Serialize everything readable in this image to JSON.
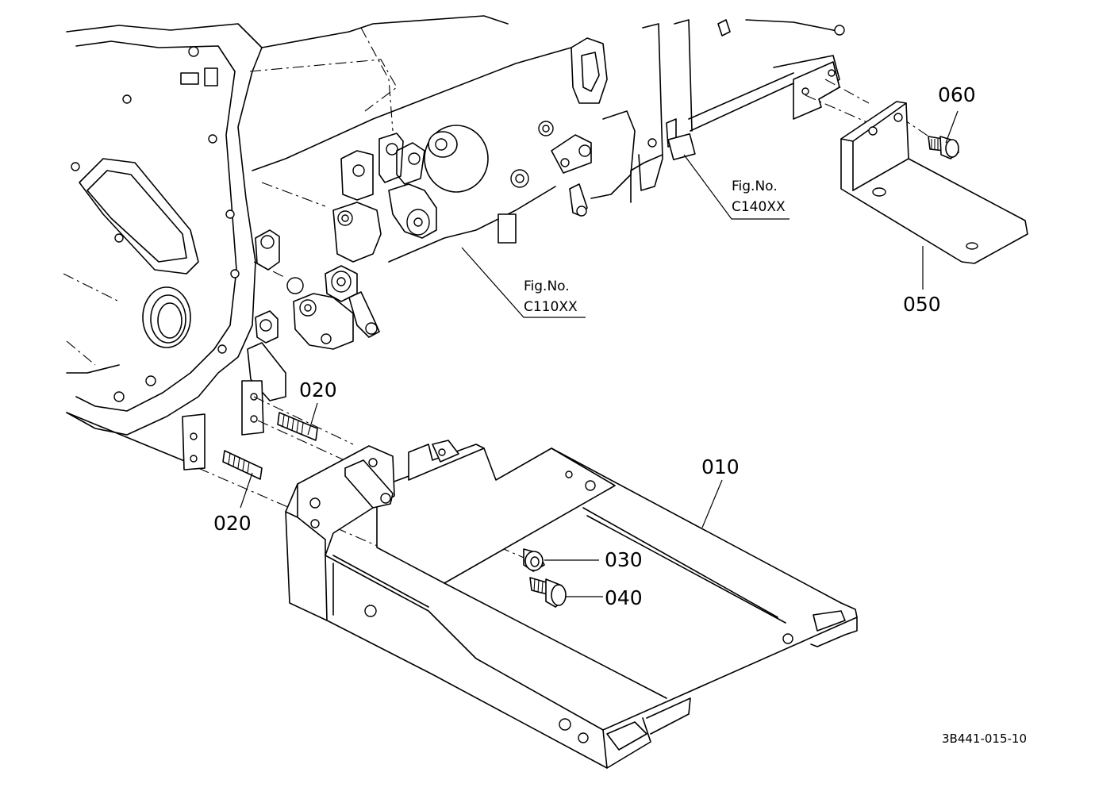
{
  "callouts": [
    {
      "id": "060",
      "label": "060"
    },
    {
      "id": "050",
      "label": "050"
    },
    {
      "id": "020a",
      "label": "020"
    },
    {
      "id": "020b",
      "label": "020"
    },
    {
      "id": "010",
      "label": "010"
    },
    {
      "id": "030",
      "label": "030"
    },
    {
      "id": "040",
      "label": "040"
    }
  ],
  "figure_refs": [
    {
      "line1": "Fig.No.",
      "line2": "C140XX"
    },
    {
      "line1": "Fig.No.",
      "line2": "C110XX"
    }
  ],
  "drawing_code": "3B441-015-10"
}
